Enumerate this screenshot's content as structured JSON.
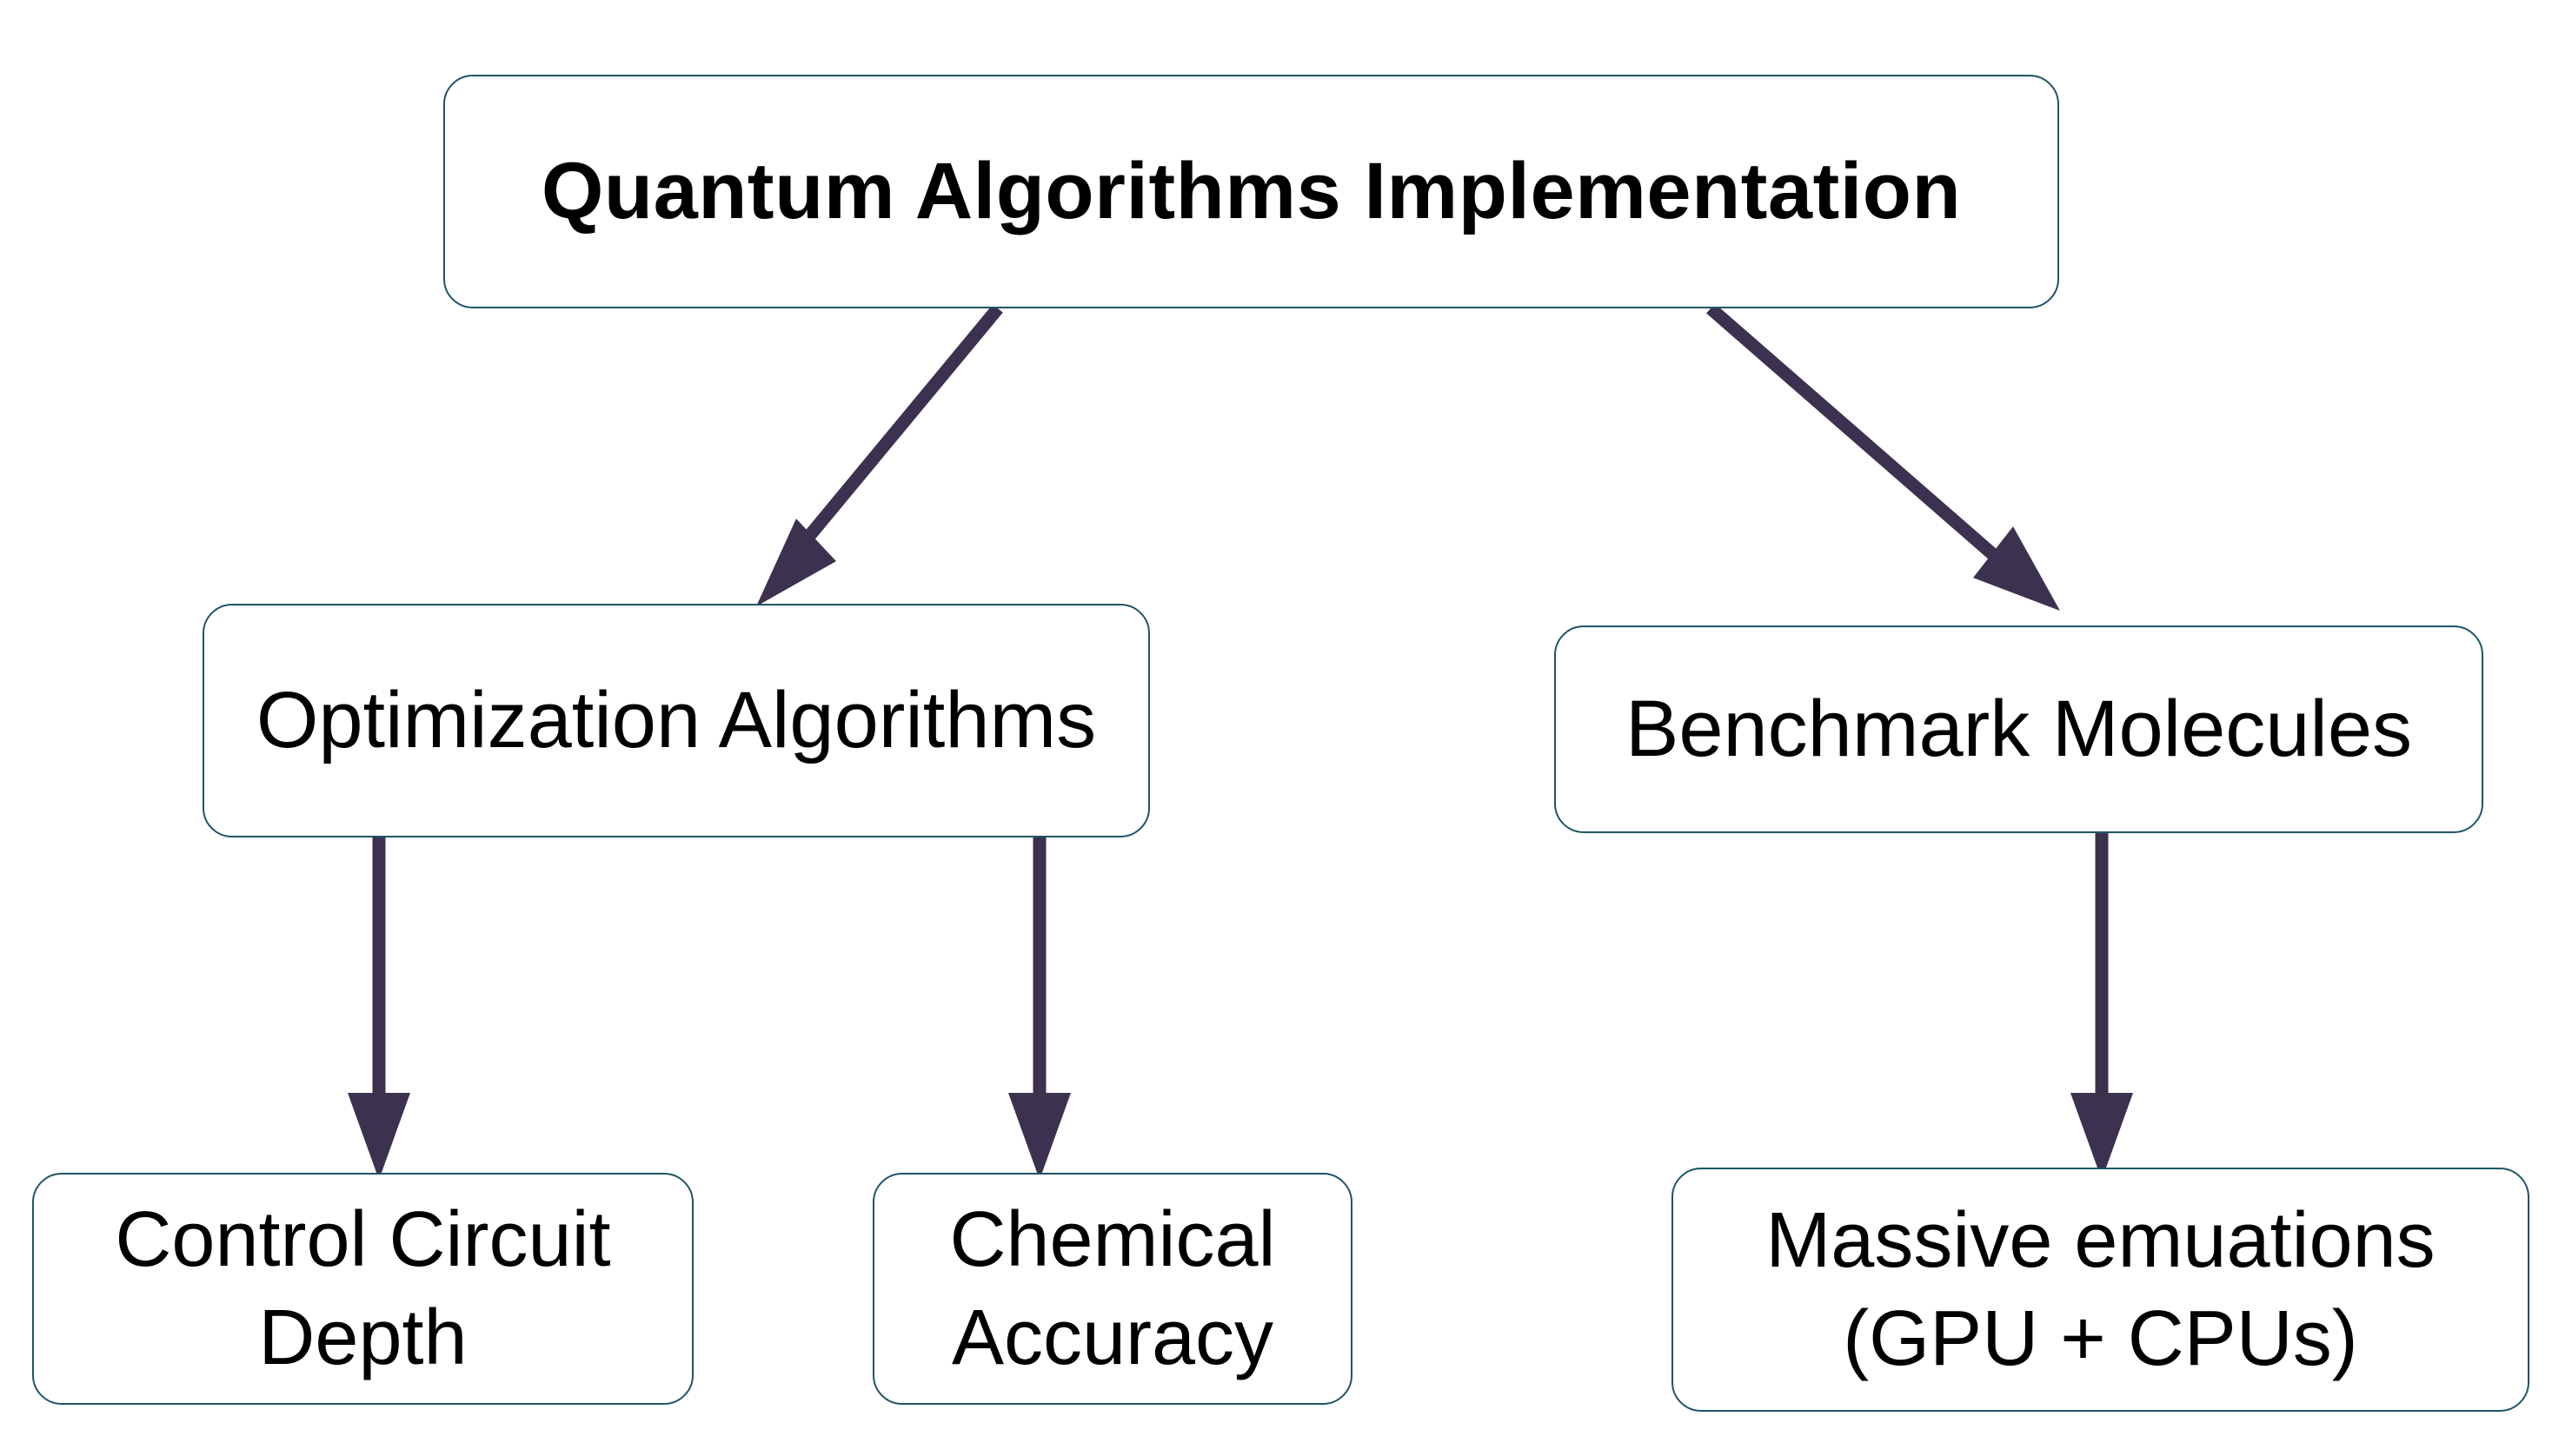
{
  "diagram": {
    "root": {
      "label": "Quantum Algorithms Implementation"
    },
    "level2": [
      {
        "label": "Optimization Algorithms"
      },
      {
        "label": "Benchmark Molecules"
      }
    ],
    "level3": [
      {
        "label": "Control Circuit\nDepth"
      },
      {
        "label": "Chemical\nAccuracy"
      },
      {
        "label": "Massive emuations\n(GPU + CPUs)"
      }
    ],
    "edges": [
      {
        "from": "Quantum Algorithms Implementation",
        "to": "Optimization Algorithms"
      },
      {
        "from": "Quantum Algorithms Implementation",
        "to": "Benchmark Molecules"
      },
      {
        "from": "Optimization Algorithms",
        "to": "Control Circuit\nDepth"
      },
      {
        "from": "Optimization Algorithms",
        "to": "Chemical\nAccuracy"
      },
      {
        "from": "Benchmark Molecules",
        "to": "Massive emuations\n(GPU + CPUs)"
      }
    ],
    "colors": {
      "box_border": "#1f5566",
      "arrow": "#3d3150",
      "text": "#000000",
      "background": "#ffffff"
    }
  }
}
